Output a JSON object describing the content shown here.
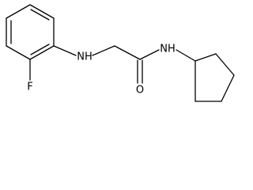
{
  "atoms": {
    "amine": "NH",
    "amide_nh": "NH",
    "carbonyl_oxygen": "O",
    "fluorine": "F"
  },
  "colors": {
    "bond": "#000000",
    "label": "#000000",
    "background": "#ffffff"
  }
}
